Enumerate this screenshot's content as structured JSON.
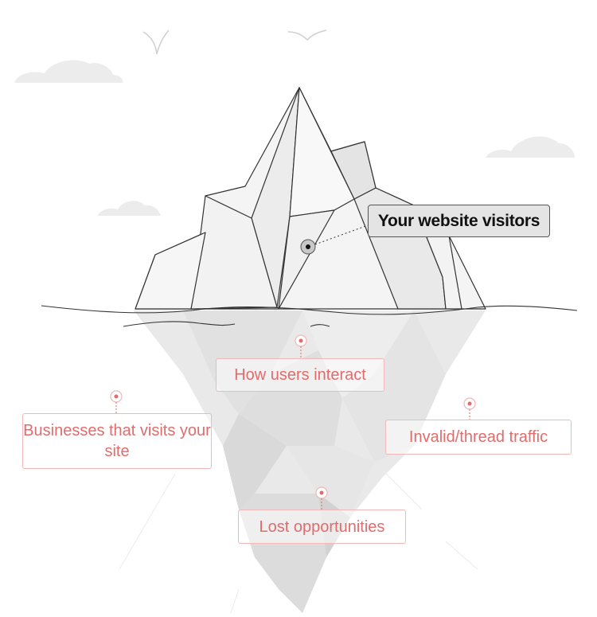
{
  "labels": {
    "above_water": "Your website visitors",
    "below_water_1": "How users interact",
    "below_water_2": "Businesses that visits your site",
    "below_water_3": "Invalid/thread traffic",
    "below_water_4": "Lost opportunities"
  },
  "colors": {
    "accent": "#e06c6c",
    "accent_border": "#f0b8b8",
    "ice_light": "#f4f4f4",
    "ice_mid": "#e8e8e8",
    "ice_dark": "#d8d8d8",
    "cloud": "#ececec",
    "outline": "#333333"
  },
  "icons": [
    "cloud-icon",
    "bird-icon",
    "location-pin-icon"
  ]
}
